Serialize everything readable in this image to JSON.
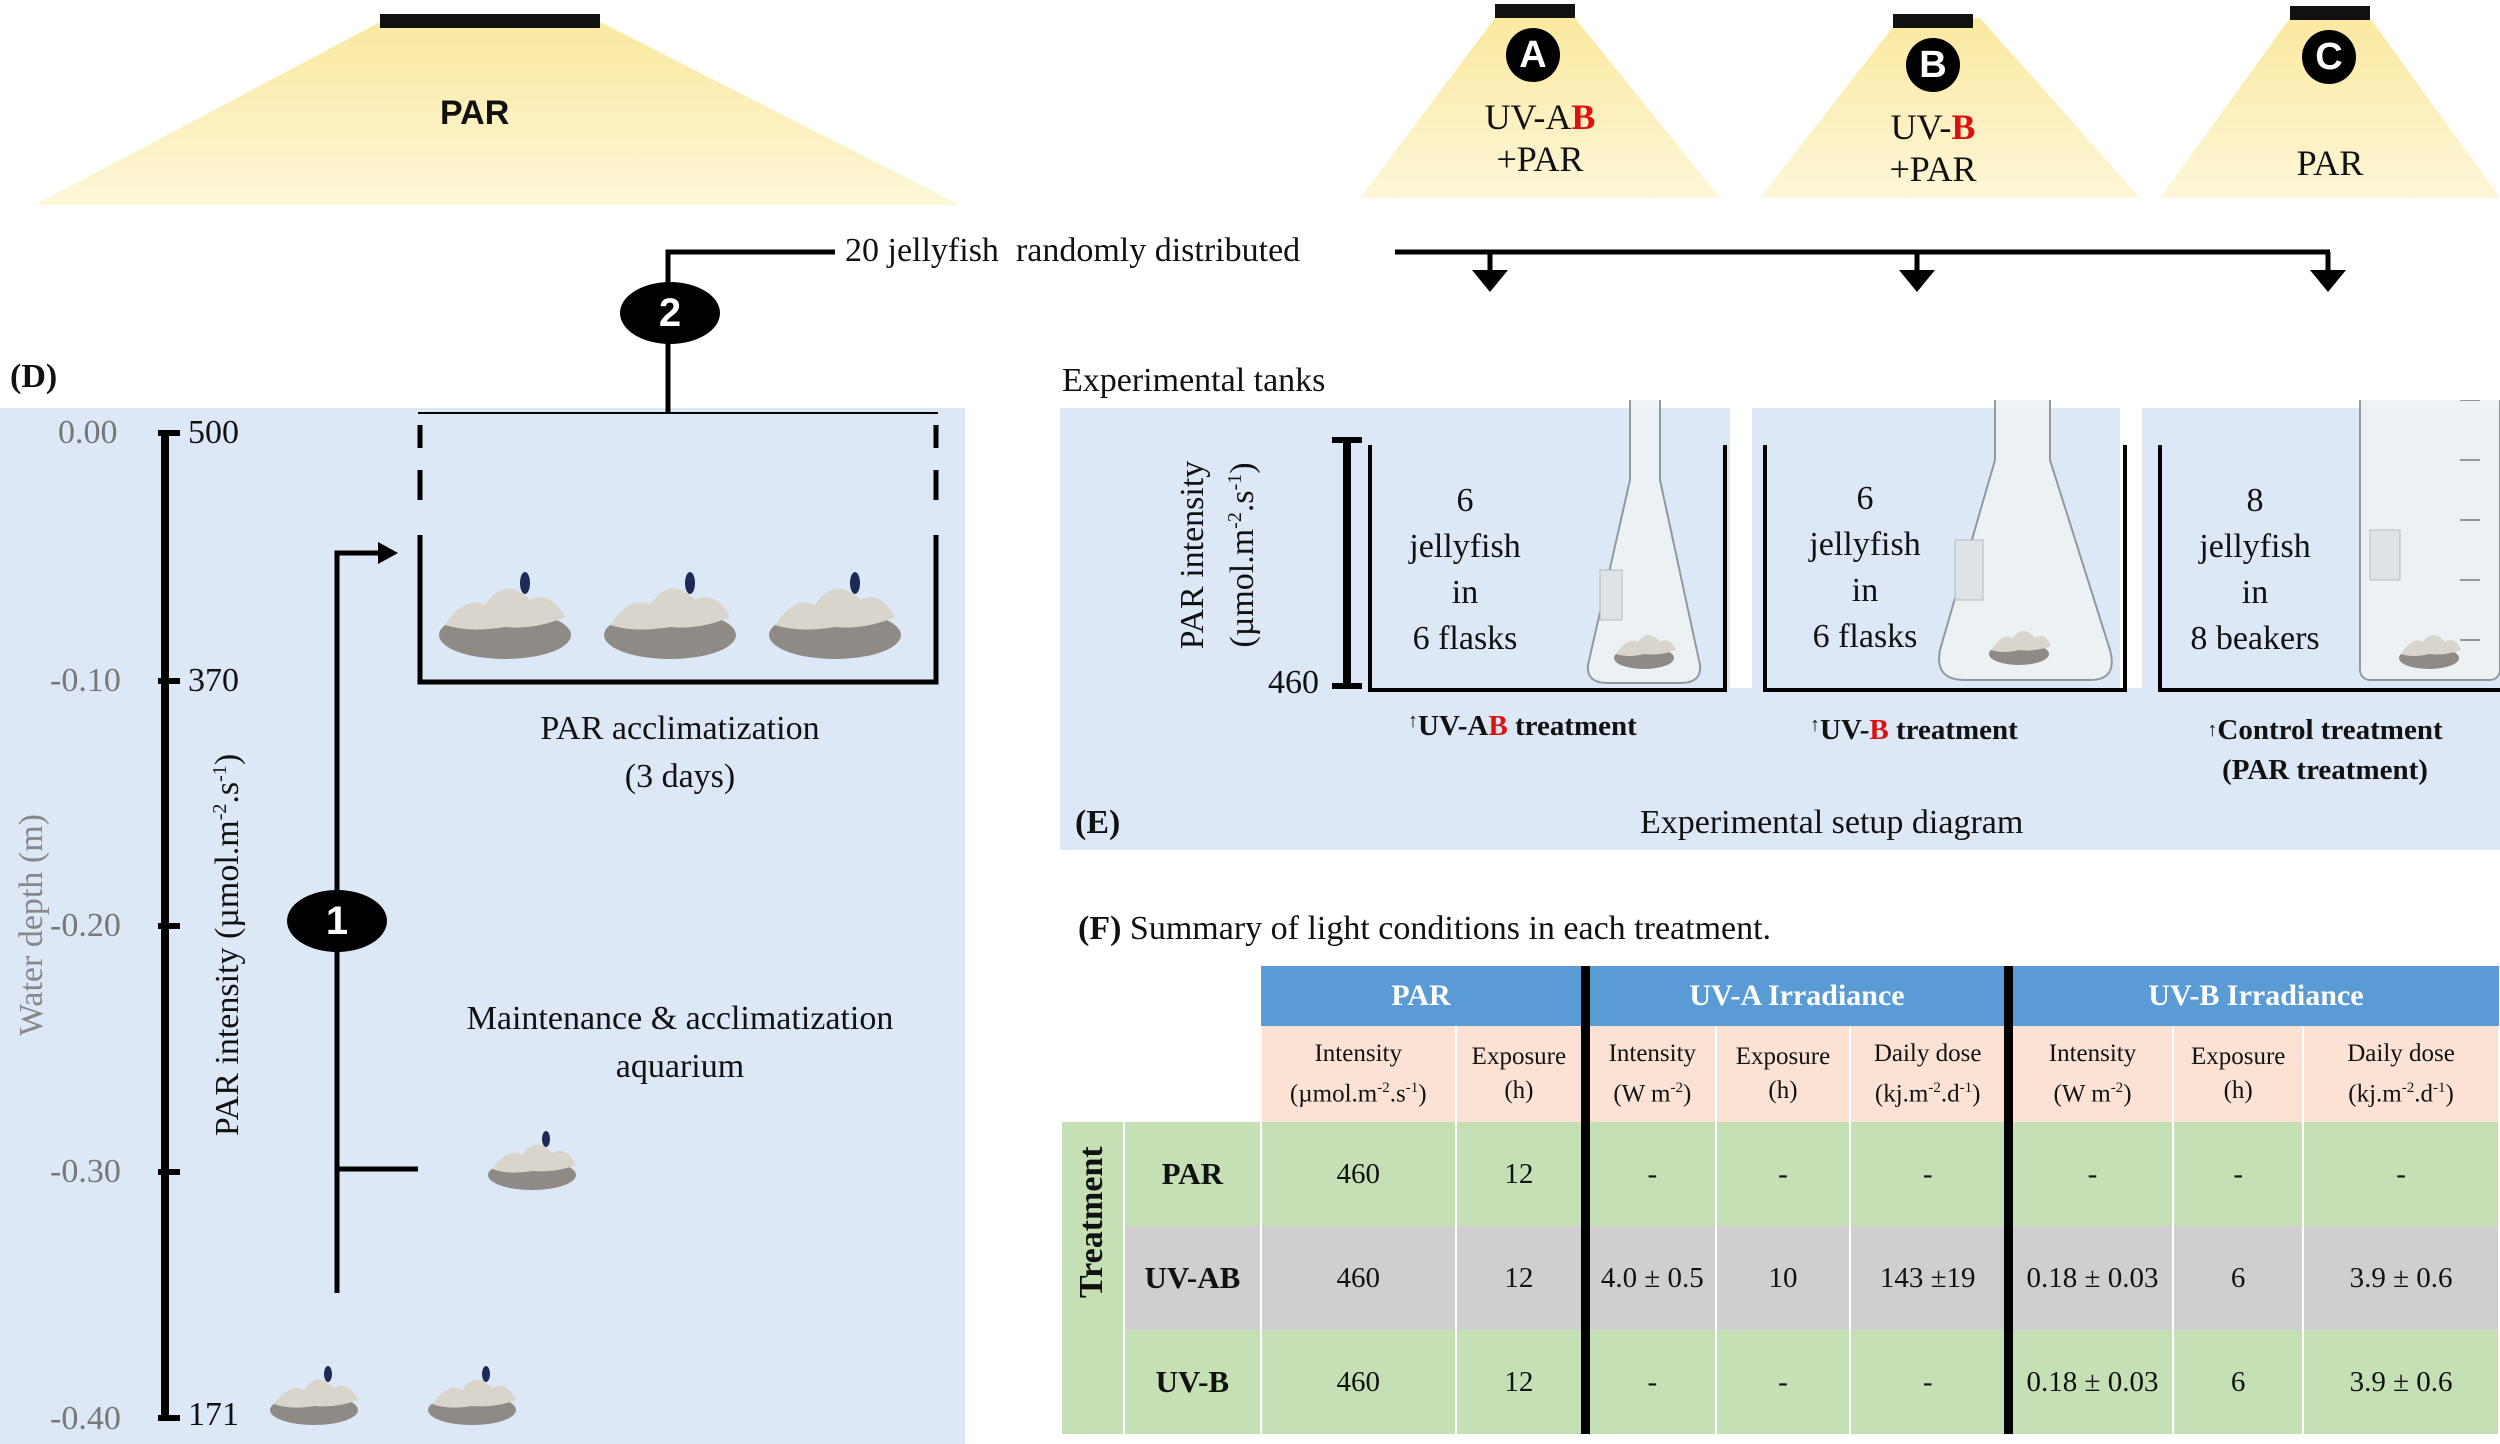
{
  "colors": {
    "panel_blue": "#dce8f5",
    "table_blue": "#5b9bd5",
    "table_peach": "#fbe2d5",
    "table_green": "#c5e0b4",
    "table_grey": "#d0cece",
    "accent_red": "#e01010",
    "lamp_glow": "#fbeea6"
  },
  "lights": {
    "main": {
      "label": "PAR"
    },
    "a": {
      "badge": "A",
      "line1_prefix": "UV-A",
      "line1_red": "B",
      "line2": "+PAR"
    },
    "b": {
      "badge": "B",
      "line1_prefix": "UV-",
      "line1_red": "B",
      "line2": "+PAR"
    },
    "c": {
      "badge": "C",
      "line1": "PAR"
    }
  },
  "distribution": {
    "text": "20 jellyfish  randomly distributed",
    "step1": "1",
    "step2": "2"
  },
  "panel_d": {
    "label": "(D)",
    "depth_axis_label": "Water depth (m)",
    "depth_ticks": [
      "0.00",
      "-0.10",
      "-0.20",
      "-0.30",
      "-0.40"
    ],
    "par_ticks": [
      "500",
      "370",
      "171"
    ],
    "par_axis_label_main": "PAR intensity (µmol.m",
    "par_axis_sup1": "-2",
    "par_axis_mid": ".s",
    "par_axis_sup2": "-1",
    "par_axis_end": ")",
    "acclimatization_line1": "PAR acclimatization",
    "acclimatization_line2": "(3 days)",
    "aquarium_line1": "Maintenance & acclimatization",
    "aquarium_line2": "aquarium"
  },
  "panel_e": {
    "label": "(E)",
    "tanks_title": "Experimental tanks",
    "diagram_caption": "Experimental setup diagram",
    "y_axis_line1": "PAR intensity",
    "y_axis_line2_pre": "(µmol.m",
    "y_axis_line2_sup1": "-2",
    "y_axis_line2_mid": ".s",
    "y_axis_line2_sup2": "-1",
    "y_axis_line2_end": ")",
    "y_value": "460",
    "tank1": {
      "lines": [
        "6",
        "jellyfish",
        "in",
        "6 flasks"
      ],
      "label_prefix": "UV-A",
      "label_red": "B",
      "label_suffix": " treatment"
    },
    "tank2": {
      "lines": [
        "6",
        "jellyfish",
        "in",
        "6 flasks"
      ],
      "label_prefix": "UV-",
      "label_red": "B",
      "label_suffix": " treatment"
    },
    "tank3": {
      "lines": [
        "8",
        "jellyfish",
        "in",
        "8 beakers"
      ],
      "label_line1": "Control treatment",
      "label_line2": "(PAR treatment)"
    }
  },
  "panel_f": {
    "label": "(F)",
    "title": "Summary of light conditions in each treatment.",
    "group_headers": [
      "PAR",
      "UV-A Irradiance",
      "UV-B Irradiance"
    ],
    "sub_headers": [
      {
        "l1": "Intensity",
        "l2": "(µmol.m",
        "s1": "-2",
        "m": ".s",
        "s2": "-1",
        "e": ")"
      },
      {
        "l1": "Exposure",
        "l2": "(h)"
      },
      {
        "l1": "Intensity",
        "l2": "(W m",
        "s1": "-2",
        "e": ")"
      },
      {
        "l1": "Exposure",
        "l2": "(h)"
      },
      {
        "l1": "Daily dose",
        "l2": "(kj.m",
        "s1": "-2",
        "m": ".d",
        "s2": "-1",
        "e": ")"
      },
      {
        "l1": "Intensity",
        "l2": "(W m",
        "s1": "-2",
        "e": ")"
      },
      {
        "l1": "Exposure",
        "l2": "(h)"
      },
      {
        "l1": "Daily dose",
        "l2": "(kj.m",
        "s1": "-2",
        "m": ".d",
        "s2": "-1",
        "e": ")"
      }
    ],
    "row_group_label": "Treatment",
    "rows": [
      {
        "label": "PAR",
        "cells": [
          "460",
          "12",
          "-",
          "-",
          "-",
          "-",
          "-",
          "-"
        ]
      },
      {
        "label": "UV-AB",
        "cells": [
          "460",
          "12",
          "4.0 ± 0.5",
          "10",
          "143 ±19",
          "0.18 ± 0.03",
          "6",
          "3.9 ± 0.6"
        ]
      },
      {
        "label": "UV-B",
        "cells": [
          "460",
          "12",
          "-",
          "-",
          "-",
          "0.18 ± 0.03",
          "6",
          "3.9 ± 0.6"
        ]
      }
    ]
  }
}
